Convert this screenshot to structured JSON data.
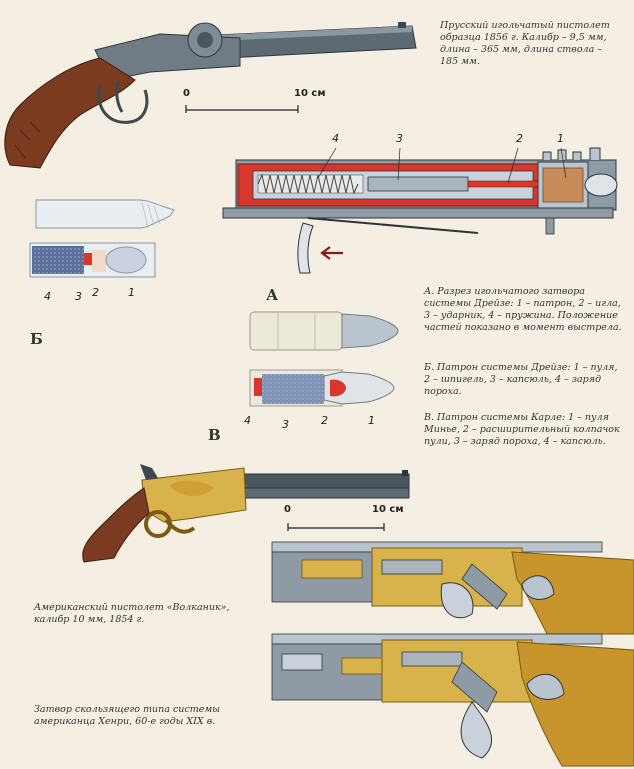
{
  "captions": {
    "prussian": "Прусский игольчатый пистолет образца 1856 г. Калибр – 9,5 мм, длина – 365 мм, длина ствола – 185 мм.",
    "a": "А. Разрез игольчатого затвора системы Дрейзе: 1 – патрон, 2 – игла, 3 – ударник, 4 – пружина. Положение частей показано в момент выстрела.",
    "b": "Б. Патрон системы Дрейзе: 1 – пуля, 2 – шпигель, 3 – капсюль, 4 – заряд пороха.",
    "v": "В. Патрон системы Карле: 1 – пуля Минье, 2 – расширительный колпачок пули, 3 – заряд пороха, 4 – капсюль.",
    "volcanic": "Американский пистолет «Волканик», калибр 10 мм, 1854 г.",
    "henry": "Затвор скользящего типа системы американца Хенри, 60-е годы XIX в."
  },
  "letters": {
    "a": "А",
    "b": "Б",
    "v": "В"
  },
  "scale_top": {
    "zero": "0",
    "ten": "10 см"
  },
  "scale_mid": {
    "zero": "0",
    "ten": "10 см"
  },
  "bolt_numbers": [
    "4",
    "3",
    "2",
    "1"
  ],
  "dreyse_cartridge_numbers": [
    "4",
    "3",
    "2",
    "1"
  ],
  "carle_cartridge_numbers": [
    "4",
    "3",
    "2",
    "1"
  ],
  "colors": {
    "steel": "#6f7c86",
    "steel_dark": "#3d4750",
    "wood": "#7a3b20",
    "brass": "#d8b24a",
    "red": "#d8382b",
    "paper": "#e9eef2",
    "bullet": "#b9c4cf",
    "powder": "#5a6f9a"
  }
}
